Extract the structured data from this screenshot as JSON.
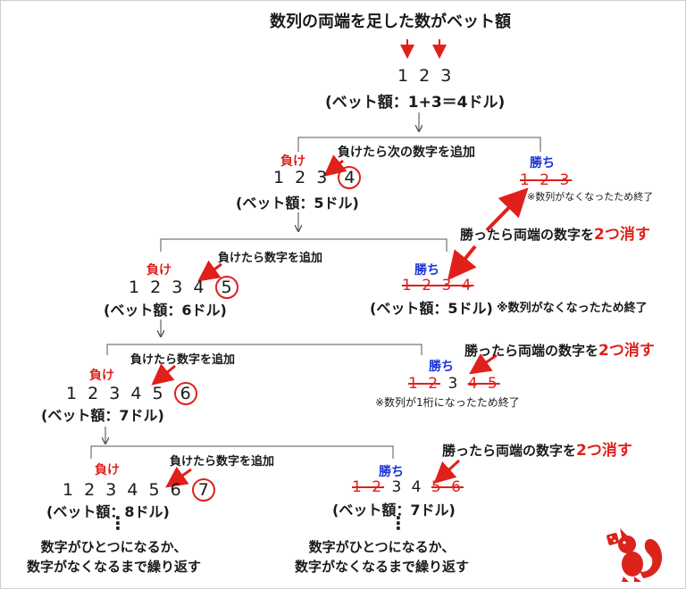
{
  "title": "数列の両端を足した数がベット額",
  "root": {
    "sequence": "1 2 3",
    "bet": "(ベット額：1+3＝4ドル)"
  },
  "level1": {
    "lose_note": "負けたら次の数字を追加",
    "lose_label": "負け",
    "lose_seq": "1 2 3",
    "lose_added": "4",
    "lose_bet": "(ベット額：5ドル)",
    "win_label": "勝ち",
    "win_seq_struck": "1 2 3",
    "win_end": "※数列がなくなったため終了"
  },
  "level2": {
    "win_rule_prefix": "勝ったら両端の数字を",
    "win_rule_emph": "2つ消す",
    "lose_note": "負けたら数字を追加",
    "lose_label": "負け",
    "lose_seq": "1 2 3 4",
    "lose_added": "5",
    "lose_bet": "(ベット額：6ドル)",
    "win_label": "勝ち",
    "win_seq_struck": "1 2 3 4",
    "win_bet": "(ベット額：5ドル)",
    "win_end": "※数列がなくなったため終了"
  },
  "level3": {
    "win_rule_prefix": "勝ったら両端の数字を",
    "win_rule_emph": "2つ消す",
    "lose_note": "負けたら数字を追加",
    "lose_label": "負け",
    "lose_seq": "1 2 3 4 5",
    "lose_added": "6",
    "lose_bet": "(ベット額：7ドル)",
    "win_label": "勝ち",
    "win_seq_struck_left": "1 2",
    "win_seq_mid": "3",
    "win_seq_struck_right": "4 5",
    "win_end": "※数列が1桁になったため終了"
  },
  "level4": {
    "win_rule_prefix": "勝ったら両端の数字を",
    "win_rule_emph": "2つ消す",
    "lose_note": "負けたら数字を追加",
    "lose_label": "負け",
    "lose_seq": "1 2 3 4 5 6",
    "lose_added": "7",
    "lose_bet": "(ベット額：8ドル)",
    "win_label": "勝ち",
    "win_seq_struck_left": "1 2",
    "win_seq_mid": "3 4",
    "win_seq_struck_right": "5 6",
    "win_bet": "(ベット額：7ドル)",
    "ellipsis": "⋮",
    "repeat_left": "数字がひとつになるか、\n数字がなくなるまで繰り返す",
    "repeat_right": "数字がひとつになるか、\n数字がなくなるまで繰り返す"
  },
  "colors": {
    "red": "#e0201a",
    "blue": "#1a32d6",
    "line": "#444444"
  },
  "mascot": "red-squirrel-icon"
}
